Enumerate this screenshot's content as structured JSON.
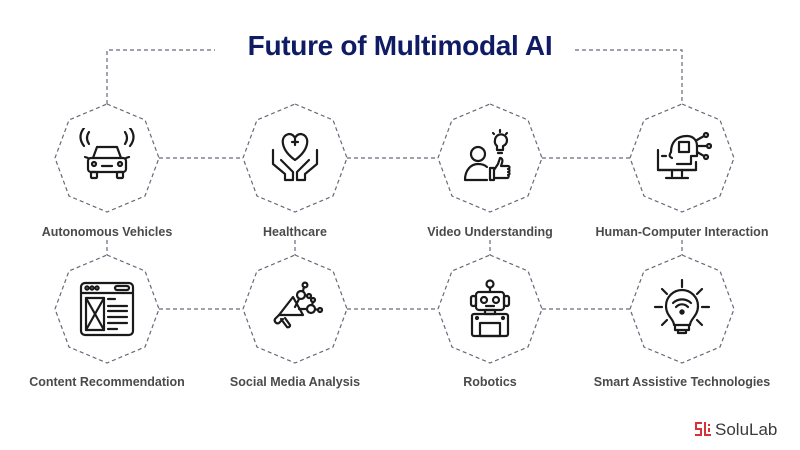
{
  "title": "Future of Multimodal AI",
  "colors": {
    "title": "#0f1c63",
    "dashes": "#666a78",
    "label": "#4a4a4a",
    "icon": "#1a1a1a",
    "logo_accent": "#d9313a"
  },
  "nodes": [
    {
      "label": "Autonomous Vehicles",
      "icon": "car-sensor-icon",
      "row": 1,
      "col": 1
    },
    {
      "label": "Healthcare",
      "icon": "heart-hands-icon",
      "row": 1,
      "col": 2
    },
    {
      "label": "Video Understanding",
      "icon": "person-idea-thumbsup-icon",
      "row": 1,
      "col": 3
    },
    {
      "label": "Human-Computer Interaction",
      "icon": "head-chip-monitor-icon",
      "row": 1,
      "col": 4
    },
    {
      "label": "Content Recommendation",
      "icon": "browser-layout-icon",
      "row": 2,
      "col": 1
    },
    {
      "label": "Social Media Analysis",
      "icon": "megaphone-network-icon",
      "row": 2,
      "col": 2
    },
    {
      "label": "Robotics",
      "icon": "robot-icon",
      "row": 2,
      "col": 3
    },
    {
      "label": "Smart Assistive Technologies",
      "icon": "smart-bulb-icon",
      "row": 2,
      "col": 4
    }
  ],
  "logo": {
    "text": "SoluLab",
    "icon": "solulab-logo-icon"
  }
}
